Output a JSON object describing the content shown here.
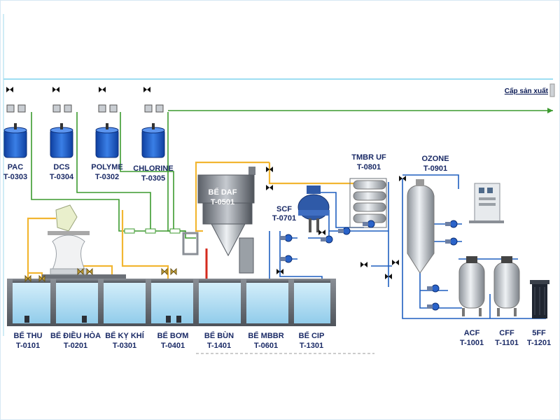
{
  "supply_label": "Cấp sản xuất",
  "chem_tanks": [
    {
      "name": "PAC",
      "code": "T-0303"
    },
    {
      "name": "DCS",
      "code": "T-0304"
    },
    {
      "name": "POLYME",
      "code": "T-0302"
    },
    {
      "name": "CHLORINE",
      "code": "T-0305"
    }
  ],
  "equipment": {
    "daf": {
      "name": "BỂ DAF",
      "code": "T-0501"
    },
    "scf": {
      "name": "SCF",
      "code": "T-0701"
    },
    "uf": {
      "name": "TMBR UF",
      "code": "T-0801"
    },
    "ozone": {
      "name": "OZONE",
      "code": "T-0901"
    }
  },
  "basins": [
    {
      "name": "BỂ THU",
      "code": "T-0101"
    },
    {
      "name": "BỂ ĐIỀU HÒA",
      "code": "T-0201"
    },
    {
      "name": "BỂ KỴ KHÍ",
      "code": "T-0301"
    },
    {
      "name": "BỂ BƠM",
      "code": "T-0401"
    },
    {
      "name": "BỂ BÙN",
      "code": "T-1401"
    },
    {
      "name": "BỂ MBBR",
      "code": "T-0601"
    },
    {
      "name": "BỂ CIP",
      "code": "T-1301"
    }
  ],
  "filters": [
    {
      "name": "ACF",
      "code": "T-1001"
    },
    {
      "name": "CFF",
      "code": "T-1101"
    },
    {
      "name": "5FF",
      "code": "T-1201"
    }
  ],
  "colors": {
    "water": "#1f5fbf",
    "chemical": "#3c9a2e",
    "air": "#f2b632",
    "sludge": "#d42a1e",
    "tank_blue": "#1e5fd0",
    "label": "#1a2a66"
  }
}
